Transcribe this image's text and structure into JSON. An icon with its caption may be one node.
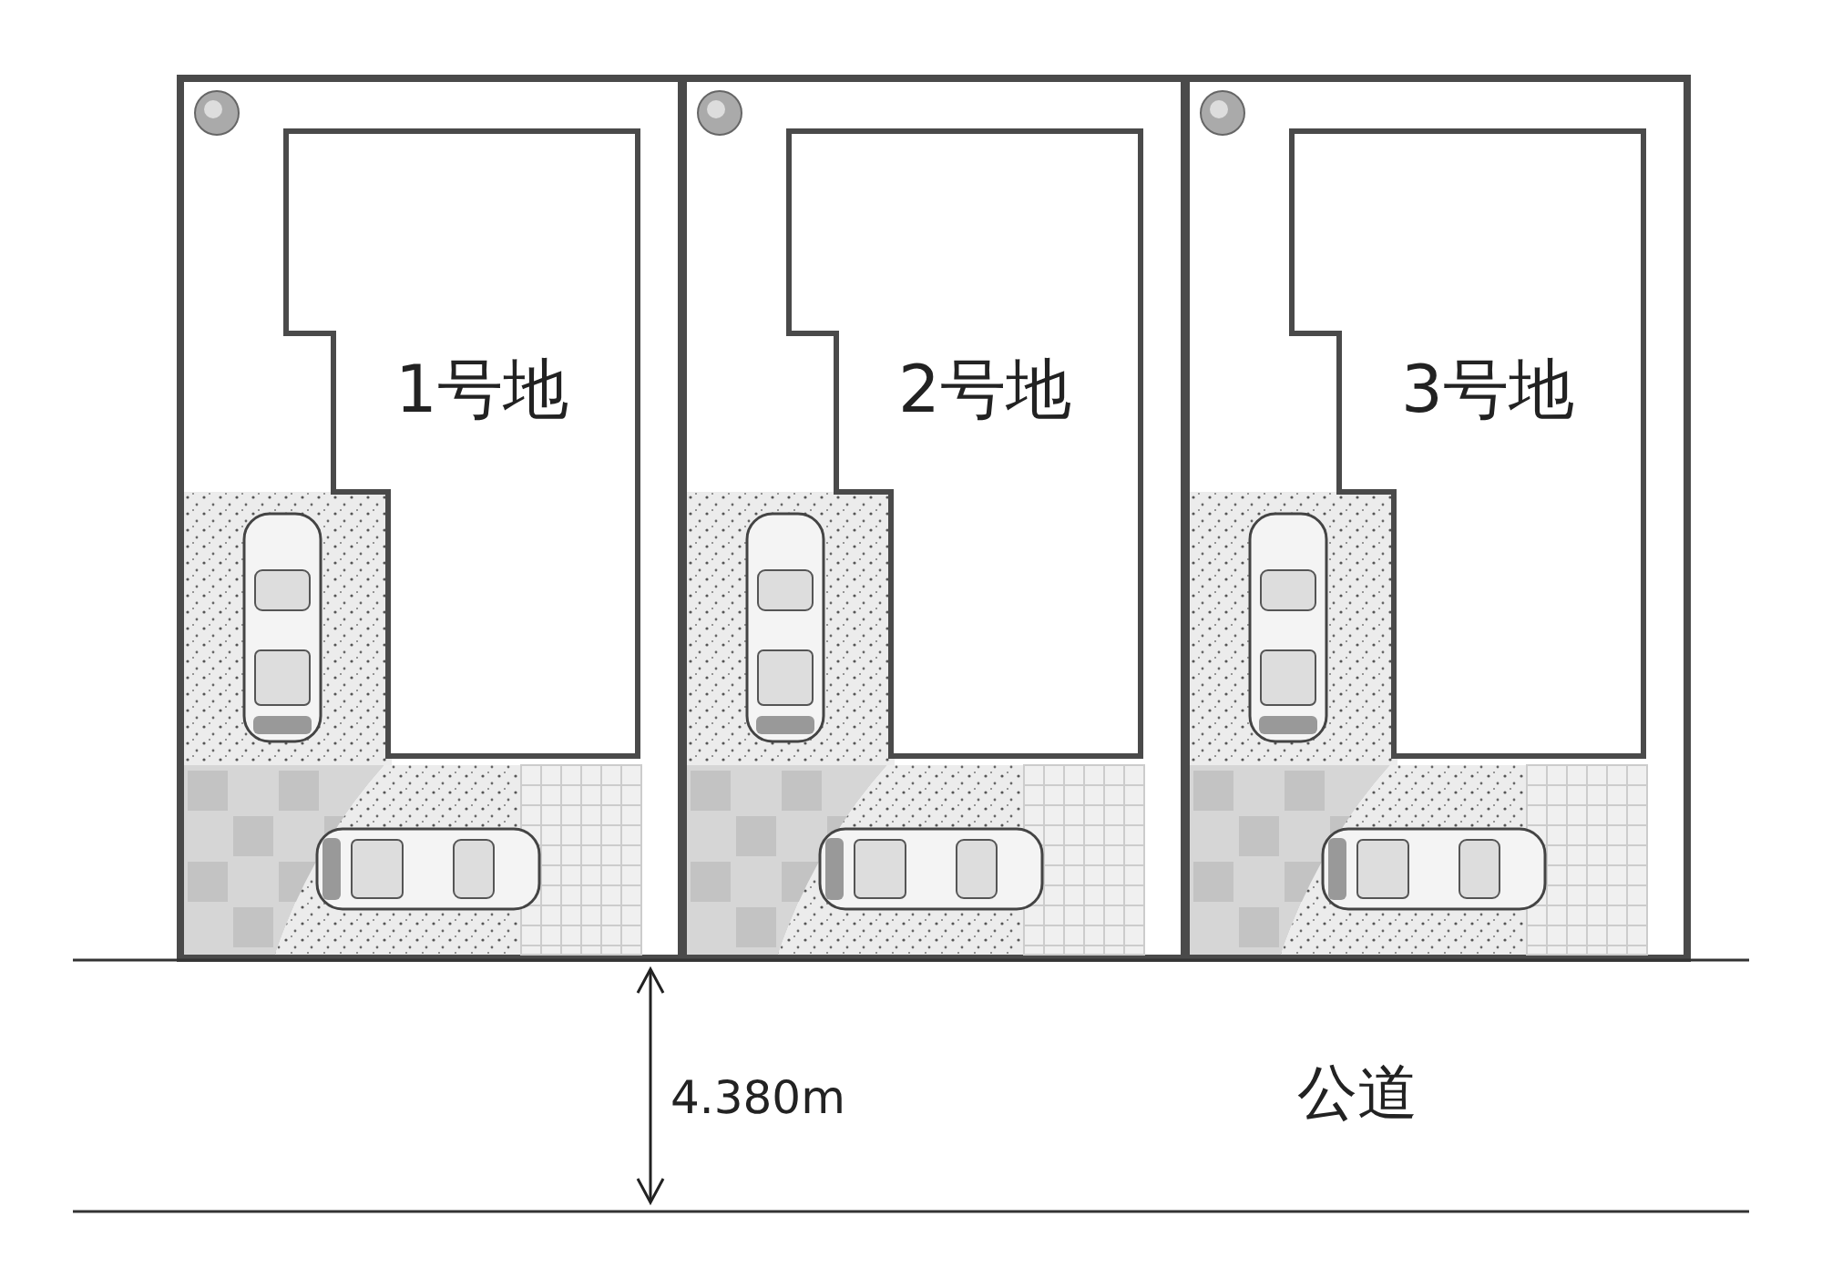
{
  "diagram": {
    "nodes": [
      {
        "text": [],
        "shape": "box"
      },
      {
        "text": [
          "1号地"
        ],
        "in": 0
      },
      {
        "text": [],
        "shape": "box"
      },
      {
        "text": [
          "2号地"
        ],
        "in": 2
      },
      {
        "text": [],
        "shape": "box"
      },
      {
        "text": [
          "3号地"
        ],
        "in": 4
      }
    ],
    "labels": [
      "4.380m",
      "公道"
    ]
  }
}
